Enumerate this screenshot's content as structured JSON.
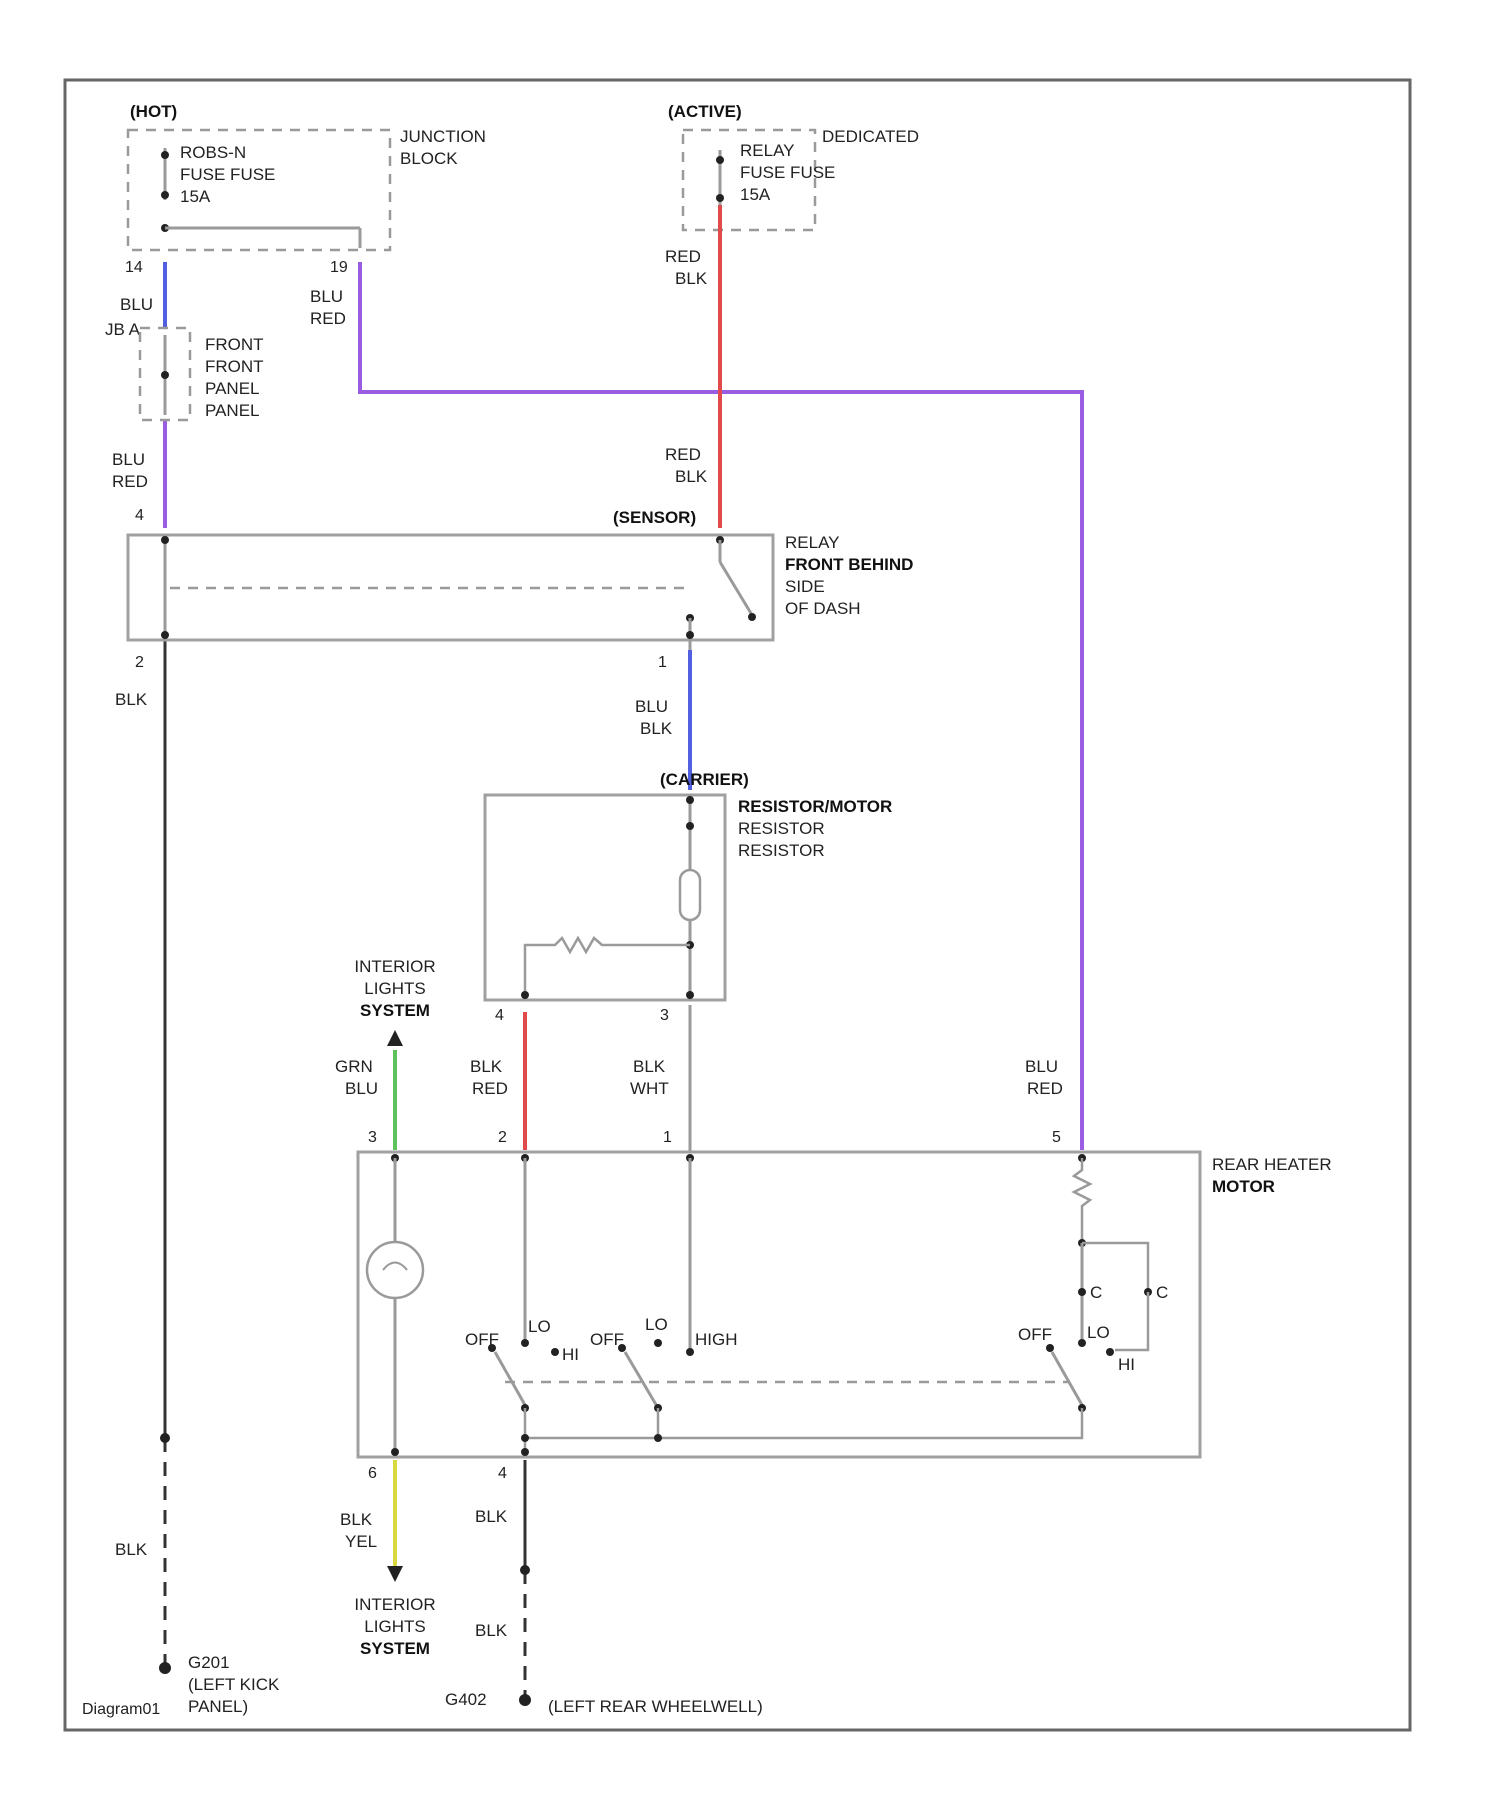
{
  "colors": {
    "wire_blue": "#5060e0",
    "wire_purple": "#9a5ce0",
    "wire_red": "#e04a4a",
    "wire_green": "#5cc25c",
    "wire_yellow": "#d8d840",
    "wire_gray": "#9a9a9a",
    "wire_black": "#333333"
  },
  "junction_block": {
    "header": "(HOT)",
    "name_lines": [
      "JUNCTION",
      "BLOCK"
    ],
    "fuse_lines": [
      "ROBS-N",
      "FUSE FUSE",
      "15A"
    ],
    "pins": [
      "14",
      "19"
    ]
  },
  "dedicated_fuse": {
    "header": "(ACTIVE)",
    "name_lines": [
      "DEDICATED"
    ],
    "fuse_lines": [
      "RELAY",
      "FUSE FUSE",
      "15A"
    ]
  },
  "joint_block": {
    "label": "JB A",
    "name_lines": [
      "FRONT",
      "FRONT",
      "PANEL",
      "PANEL"
    ]
  },
  "wires": {
    "w1": [
      "BLU"
    ],
    "w2": [
      "BLU",
      "RED"
    ],
    "w3": [
      "RED",
      "BLK"
    ],
    "w4": [
      "RED",
      "BLK"
    ],
    "w5": [
      "BLU",
      "RED"
    ],
    "w6": [
      "BLK"
    ],
    "w7": [
      "BLU",
      "BLK"
    ],
    "w8": [
      "GRN",
      "BLU"
    ],
    "w9": [
      "BLK",
      "RED"
    ],
    "w10": [
      "BLK",
      "WHT"
    ],
    "w11": [
      "BLU",
      "RED"
    ],
    "w12": [
      "BLK",
      "YEL"
    ],
    "w13": [
      "BLK"
    ],
    "w14": [
      "BLK"
    ],
    "w15": [
      "BLK"
    ]
  },
  "relay": {
    "header": "(SENSOR)",
    "name_lines": [
      "RELAY",
      "FRONT BEHIND",
      "SIDE",
      "OF DASH"
    ],
    "pins": [
      "4",
      "2",
      "1"
    ]
  },
  "resistor": {
    "header": "(CARRIER)",
    "name_lines": [
      "RESISTOR/MOTOR",
      "RESISTOR",
      "RESISTOR"
    ],
    "pins": [
      "4",
      "3"
    ]
  },
  "interior_top": [
    "INTERIOR",
    "LIGHTS",
    "SYSTEM"
  ],
  "interior_bottom": [
    "INTERIOR",
    "LIGHTS",
    "SYSTEM"
  ],
  "heater": {
    "name_lines": [
      "REAR HEATER",
      "MOTOR"
    ],
    "top_pins": [
      "3",
      "2",
      "1",
      "5"
    ],
    "bottom_pins": [
      "6",
      "4"
    ],
    "switch_labels": [
      "OFF",
      "LO",
      "HI",
      "OFF",
      "LO",
      "HIGH",
      "OFF",
      "LO",
      "HI"
    ],
    "motor_labels": [
      "C",
      "C"
    ]
  },
  "grounds": {
    "g1_code": "G201",
    "g1_lines": [
      "(LEFT KICK",
      "PANEL)"
    ],
    "g2_code": "G402",
    "g2_line": "(LEFT REAR WHEELWELL)"
  },
  "footer_code": "Diagram01"
}
